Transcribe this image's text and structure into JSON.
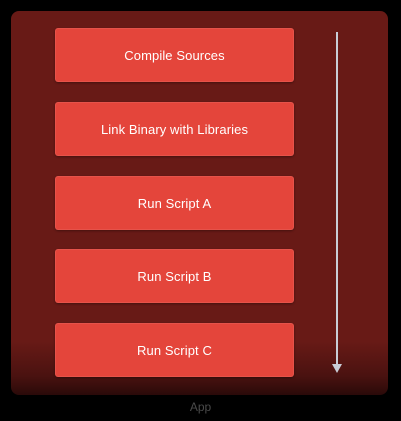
{
  "phases": [
    {
      "label": "Compile Sources"
    },
    {
      "label": "Link Binary with Libraries"
    },
    {
      "label": "Run Script A"
    },
    {
      "label": "Run Script B"
    },
    {
      "label": "Run Script C"
    }
  ],
  "caption": "App",
  "colors": {
    "background": "#000000",
    "panel": "#681a16",
    "phase_fill": "#e4453b",
    "phase_text": "#ffffff",
    "arrow": "#c9cdd6",
    "caption": "#4a4a4a"
  },
  "icons": {
    "order_arrow": "down-arrow-icon"
  }
}
